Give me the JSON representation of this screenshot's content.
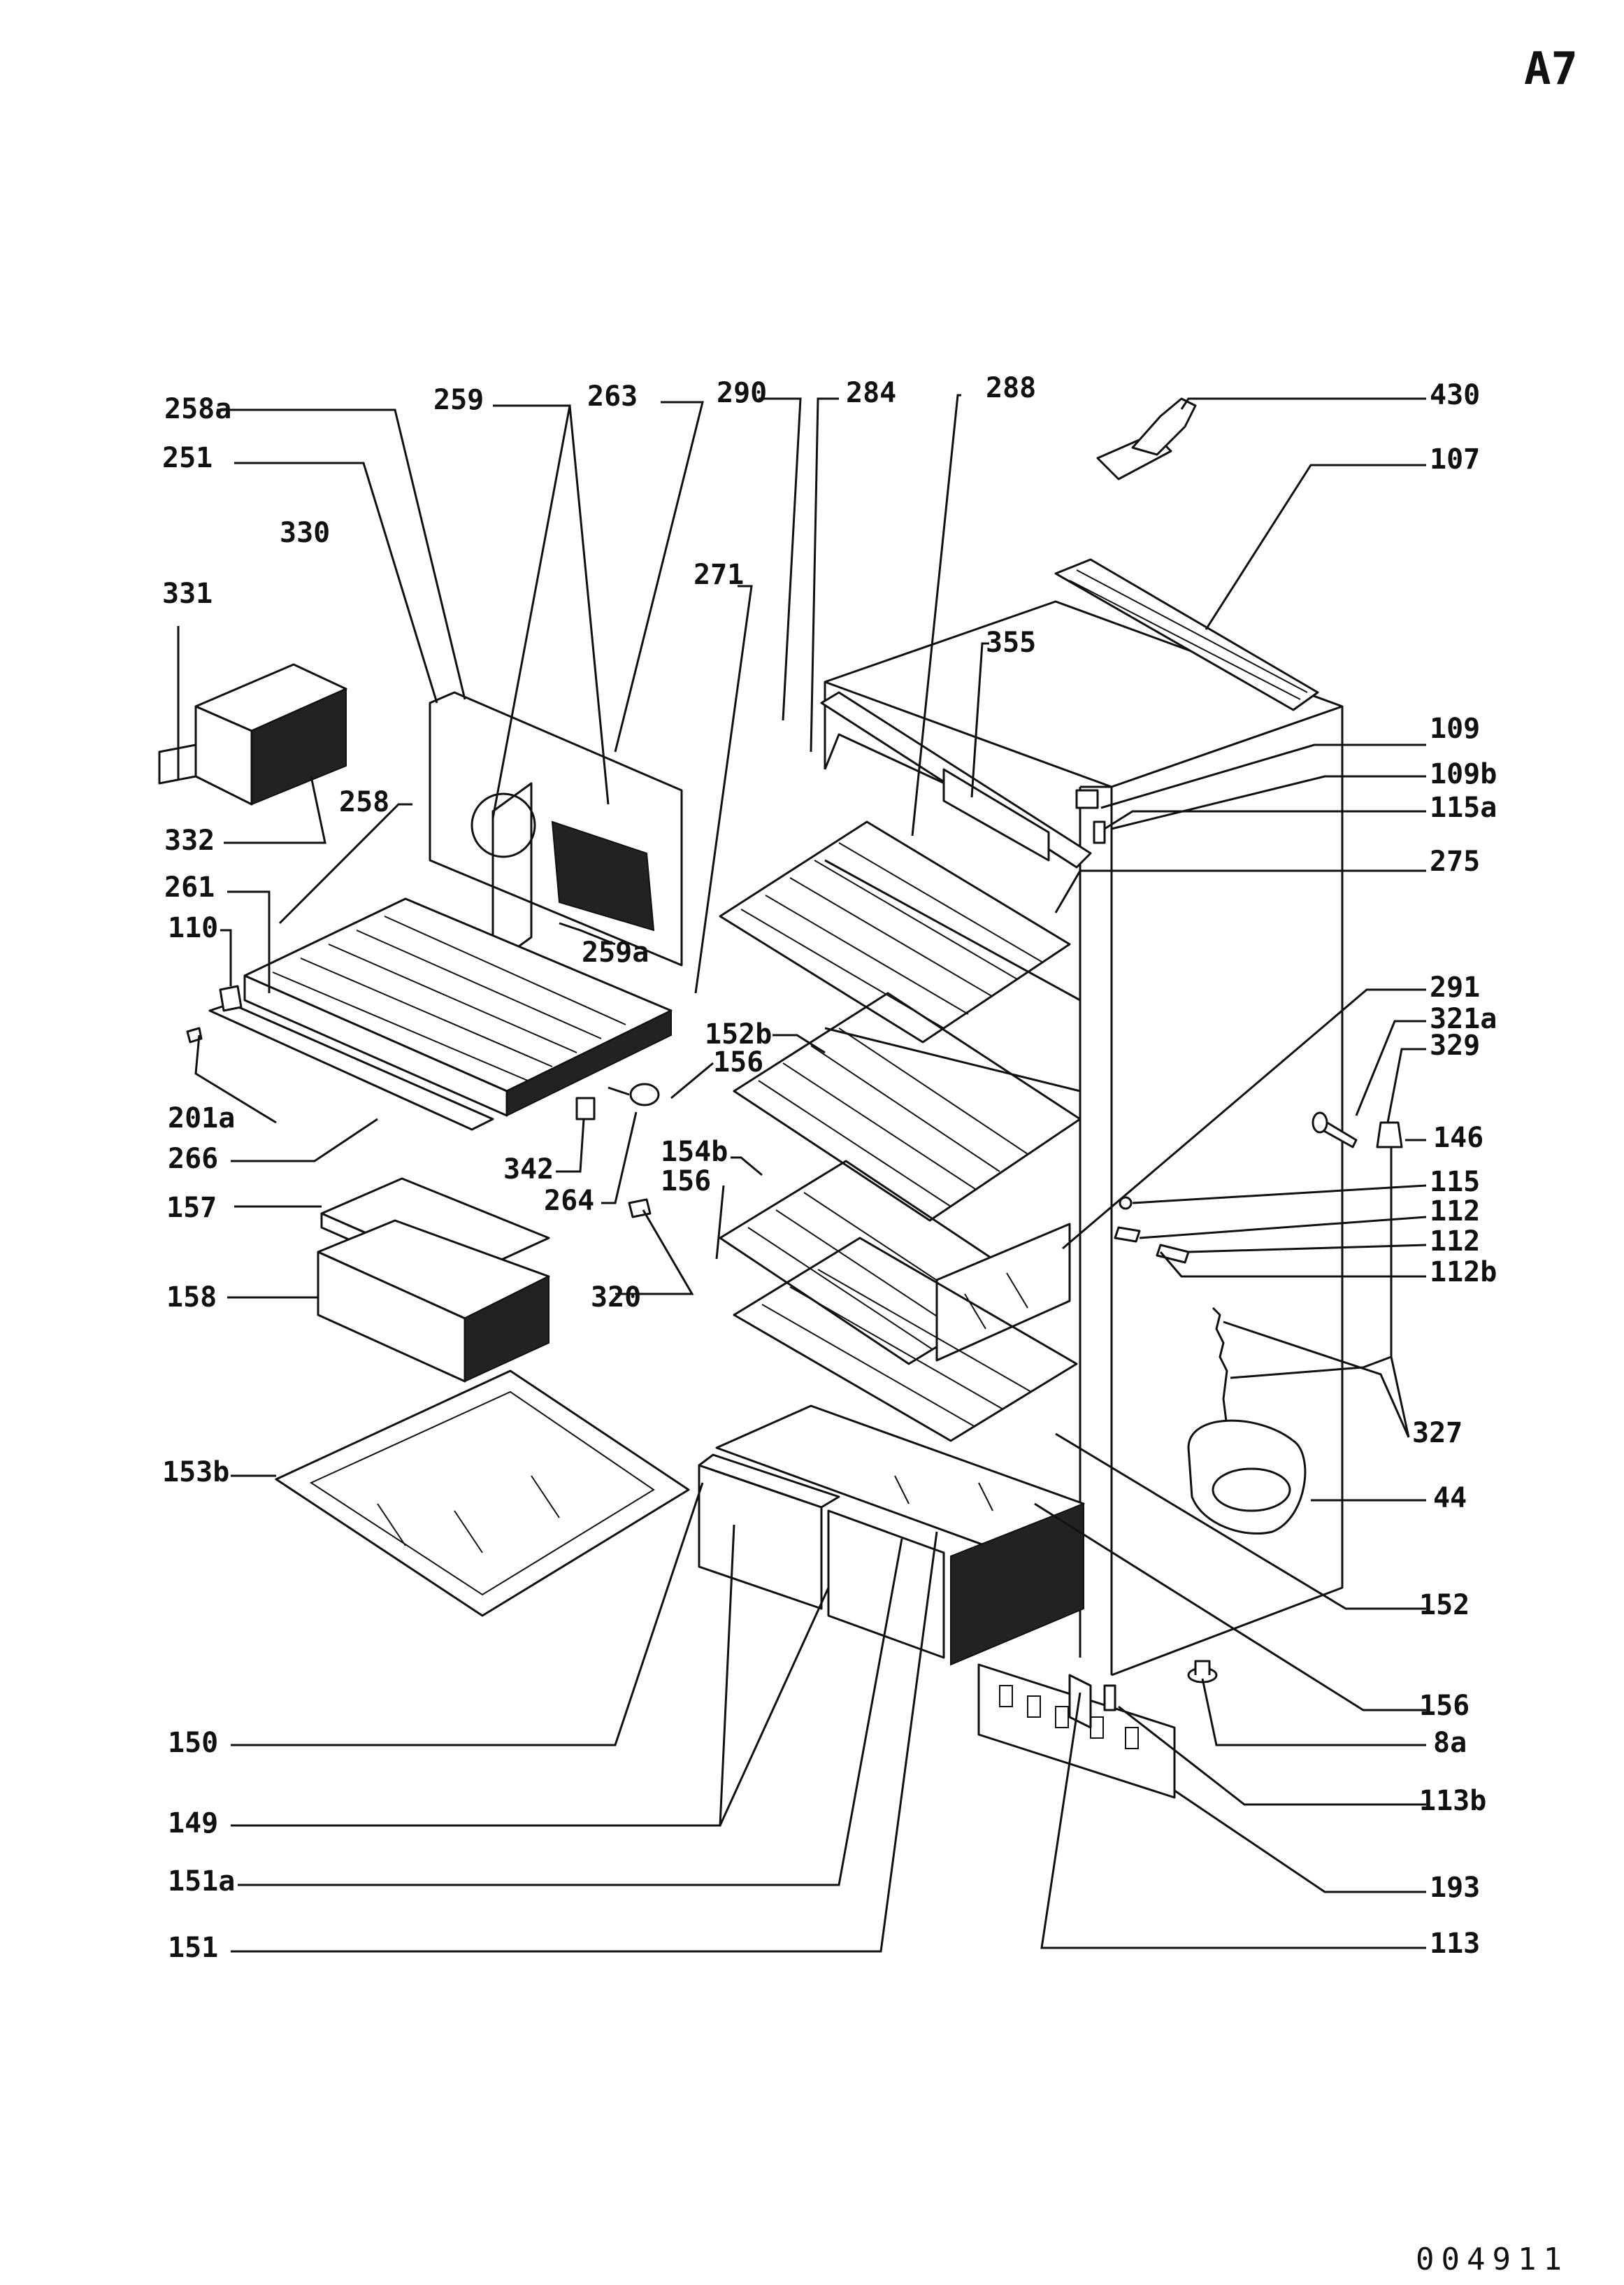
{
  "sheet": {
    "page_code": "A7",
    "document_number": "004911"
  },
  "colors": {
    "ink": "#111111",
    "paper": "#ffffff"
  },
  "labels": {
    "l258a": "258a",
    "l251": "251",
    "l259": "259",
    "l263": "263",
    "l290": "290",
    "l284": "284",
    "l288": "288",
    "l430": "430",
    "l107": "107",
    "l330": "330",
    "l331": "331",
    "l271": "271",
    "l355": "355",
    "l109": "109",
    "l109b": "109b",
    "l115a": "115a",
    "l258": "258",
    "l332": "332",
    "l261": "261",
    "l110": "110",
    "l259a": "259a",
    "l275": "275",
    "l291": "291",
    "l321a": "321a",
    "l329": "329",
    "l152b": "152b",
    "l156top": "156",
    "l201a": "201a",
    "l266": "266",
    "l146": "146",
    "l154b": "154b",
    "l156mid": "156",
    "l342": "342",
    "l264": "264",
    "l115": "115",
    "l112a": "112",
    "l112b": "112",
    "l112bb": "112b",
    "l157": "157",
    "l158": "158",
    "l320": "320",
    "l327": "327",
    "l153b": "153b",
    "l44": "44",
    "l152": "152",
    "l156low": "156",
    "l150": "150",
    "l8a": "8a",
    "l149": "149",
    "l113b": "113b",
    "l151a": "151a",
    "l193": "193",
    "l151": "151",
    "l113": "113"
  }
}
